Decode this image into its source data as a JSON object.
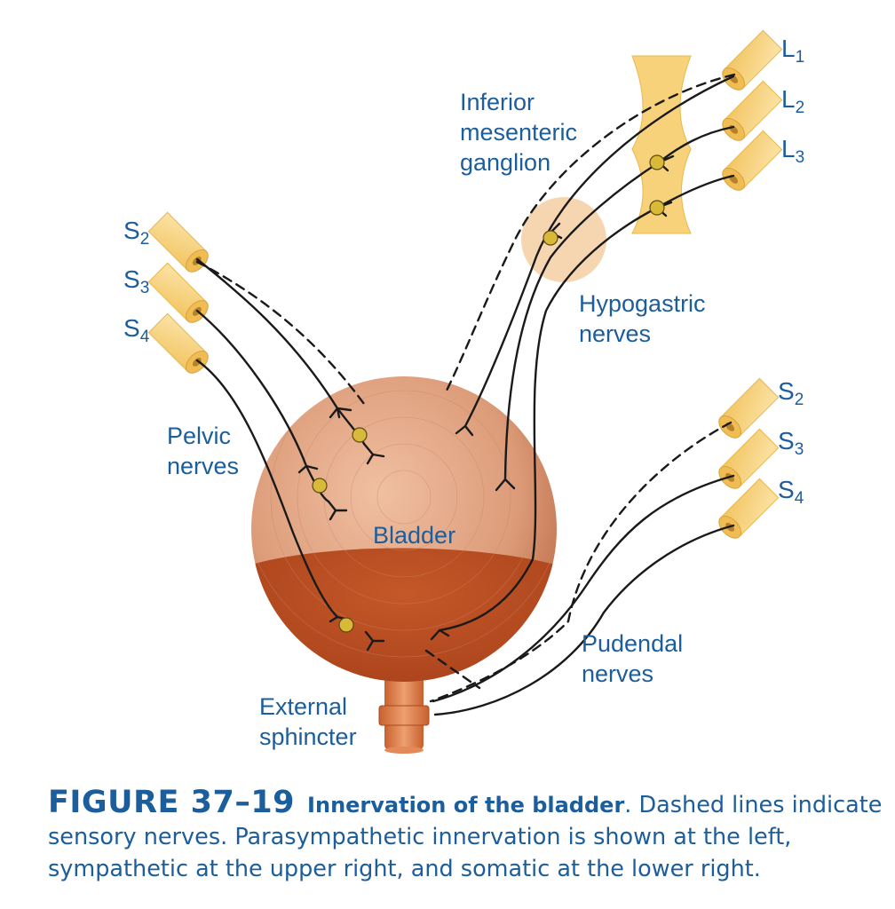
{
  "labels": {
    "inferior_mesenteric": [
      "Inferior",
      "mesenteric",
      "ganglion"
    ],
    "hypogastric": [
      "Hypogastric",
      "nerves"
    ],
    "pelvic": [
      "Pelvic",
      "nerves"
    ],
    "pudendal": [
      "Pudendal",
      "nerves"
    ],
    "bladder": "Bladder",
    "external_sphincter": [
      "External",
      "sphincter"
    ]
  },
  "spinal_segments": {
    "lumbar": [
      {
        "letter": "L",
        "num": "1"
      },
      {
        "letter": "L",
        "num": "2"
      },
      {
        "letter": "L",
        "num": "3"
      }
    ],
    "sacral_left": [
      {
        "letter": "S",
        "num": "2"
      },
      {
        "letter": "S",
        "num": "3"
      },
      {
        "letter": "S",
        "num": "4"
      }
    ],
    "sacral_right": [
      {
        "letter": "S",
        "num": "2"
      },
      {
        "letter": "S",
        "num": "3"
      },
      {
        "letter": "S",
        "num": "4"
      }
    ]
  },
  "caption": {
    "figure_number": "FIGURE 37–19",
    "title": "Innervation of the bladder",
    "text": ". Dashed lines indicate sensory nerves. Parasympathetic innervation is shown at the left, sympathetic at the upper right, and somatic at the lower right."
  },
  "colors": {
    "label_blue": "#1c5d9c",
    "nerve_yellow": "#f8d27a",
    "bladder_light": "#e0a282",
    "bladder_dark": "#b5461e",
    "ganglion_fill": "#d9b93a",
    "ganglion_halo": "#f5d2a8",
    "nerve_line": "#1a1a1a"
  }
}
